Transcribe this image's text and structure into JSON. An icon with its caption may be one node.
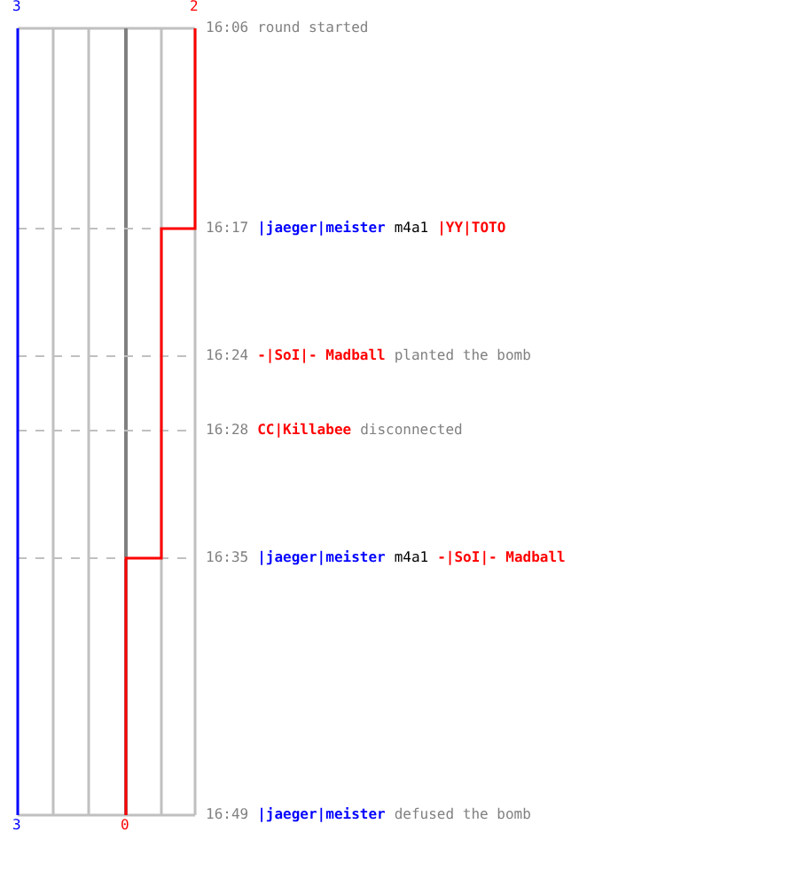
{
  "diagram": {
    "labels": [
      "3",
      "2",
      "16:06",
      "round started",
      "16:17",
      "|jaeger|meister",
      "m4a1",
      "|YY|TOTO",
      "16:24",
      "-|SoI|- Madball",
      "planted the bomb",
      "16:28",
      "CC|Killabee",
      "disconnected",
      "16:35",
      "|jaeger|meister",
      "m4a1",
      "-|SoI|- Madball",
      "16:49",
      "|jaeger|meister",
      "defused the bomb",
      "3",
      "0"
    ]
  }
}
